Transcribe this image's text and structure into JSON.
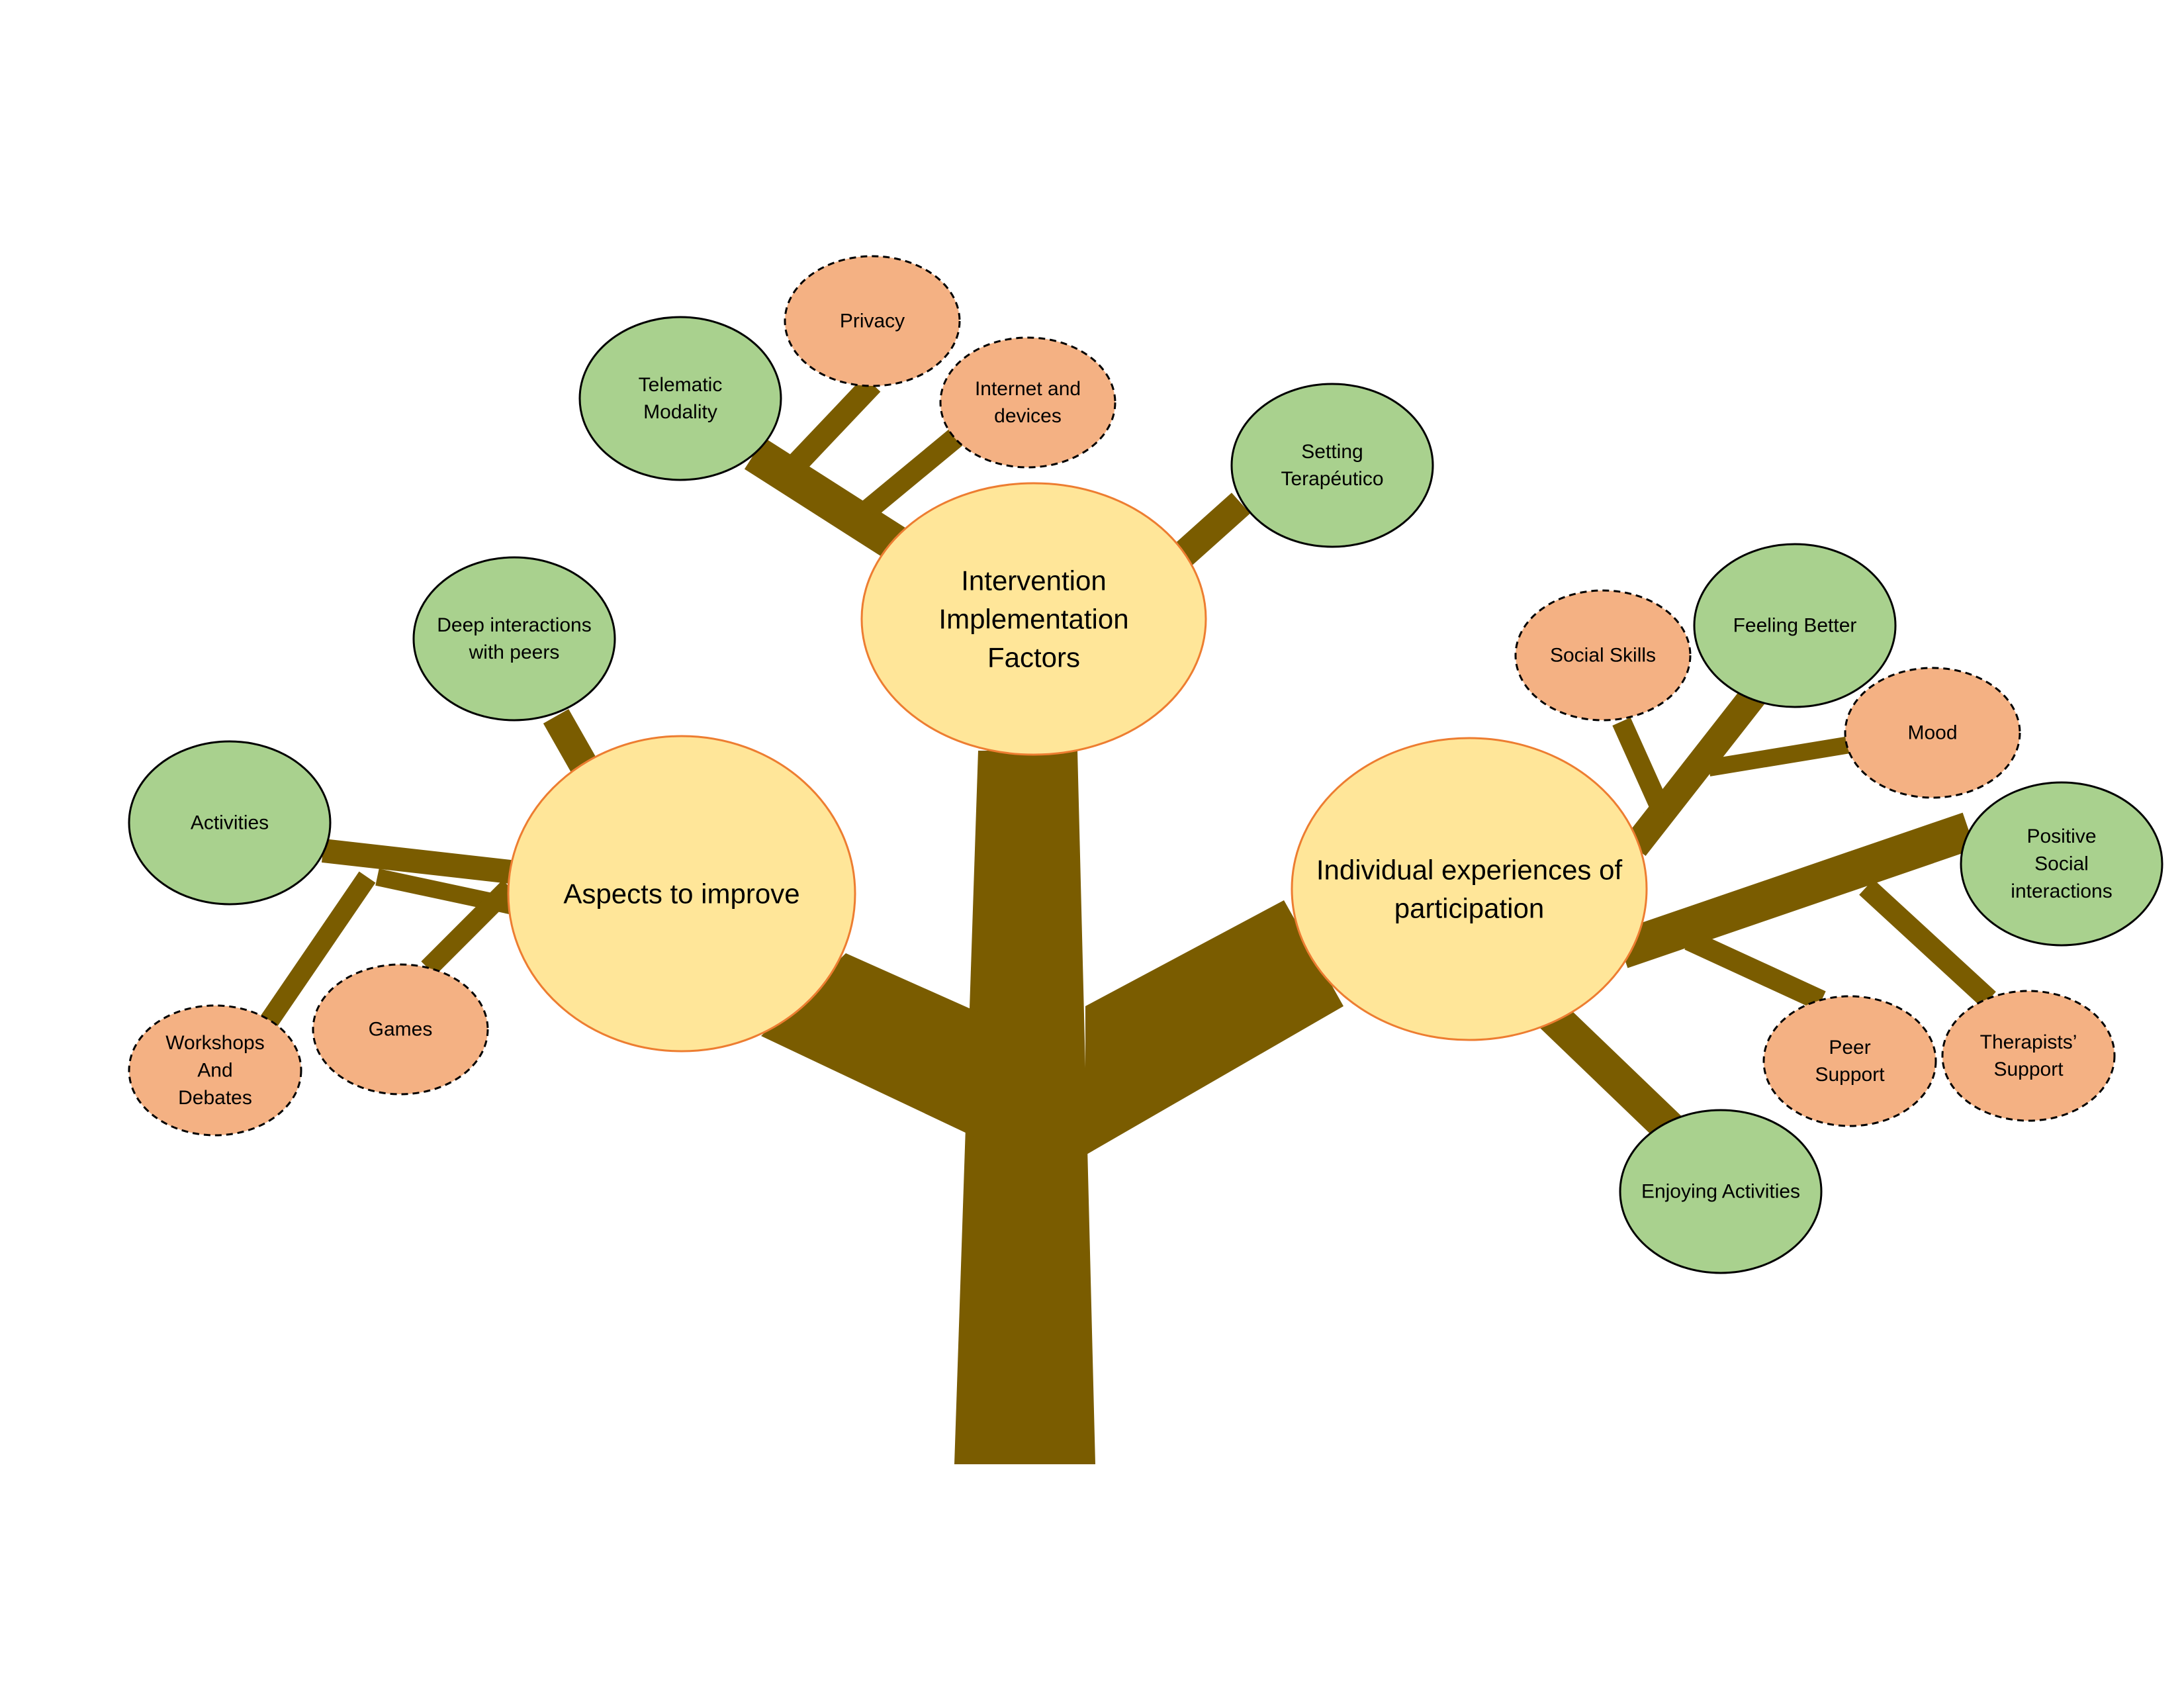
{
  "colors": {
    "branch": "#7A5C00",
    "main_fill": "#FFE699",
    "main_stroke": "#ED7D31",
    "green_fill": "#A9D18E",
    "orange_fill": "#F4B183",
    "outline": "#000000",
    "background": "#FFFFFF"
  },
  "nodes": {
    "main_intervention": {
      "lines": [
        "Intervention",
        "Implementation",
        "Factors"
      ],
      "style": "main"
    },
    "main_aspects": {
      "lines": [
        "Aspects to improve"
      ],
      "style": "main"
    },
    "main_individual": {
      "lines": [
        "Individual experiences of",
        "participation"
      ],
      "style": "main"
    },
    "telematic": {
      "lines": [
        "Telematic",
        "Modality"
      ],
      "style": "green"
    },
    "privacy": {
      "lines": [
        "Privacy"
      ],
      "style": "orange"
    },
    "internet": {
      "lines": [
        "Internet and",
        "devices"
      ],
      "style": "orange"
    },
    "setting": {
      "lines": [
        "Setting",
        "Terapéutico"
      ],
      "style": "green"
    },
    "deep": {
      "lines": [
        "Deep interactions",
        "with peers"
      ],
      "style": "green"
    },
    "activities": {
      "lines": [
        "Activities"
      ],
      "style": "green"
    },
    "games": {
      "lines": [
        "Games"
      ],
      "style": "orange"
    },
    "workshops": {
      "lines": [
        "Workshops",
        "And",
        "Debates"
      ],
      "style": "orange"
    },
    "social_skills": {
      "lines": [
        "Social Skills"
      ],
      "style": "orange"
    },
    "feeling_better": {
      "lines": [
        "Feeling Better"
      ],
      "style": "green"
    },
    "mood": {
      "lines": [
        "Mood"
      ],
      "style": "orange"
    },
    "positive": {
      "lines": [
        "Positive",
        "Social",
        "interactions"
      ],
      "style": "green"
    },
    "peer_support": {
      "lines": [
        "Peer",
        "Support"
      ],
      "style": "orange"
    },
    "therapists": {
      "lines": [
        "Therapists’",
        "Support"
      ],
      "style": "orange"
    },
    "enjoying": {
      "lines": [
        "Enjoying Activities"
      ],
      "style": "green"
    }
  }
}
